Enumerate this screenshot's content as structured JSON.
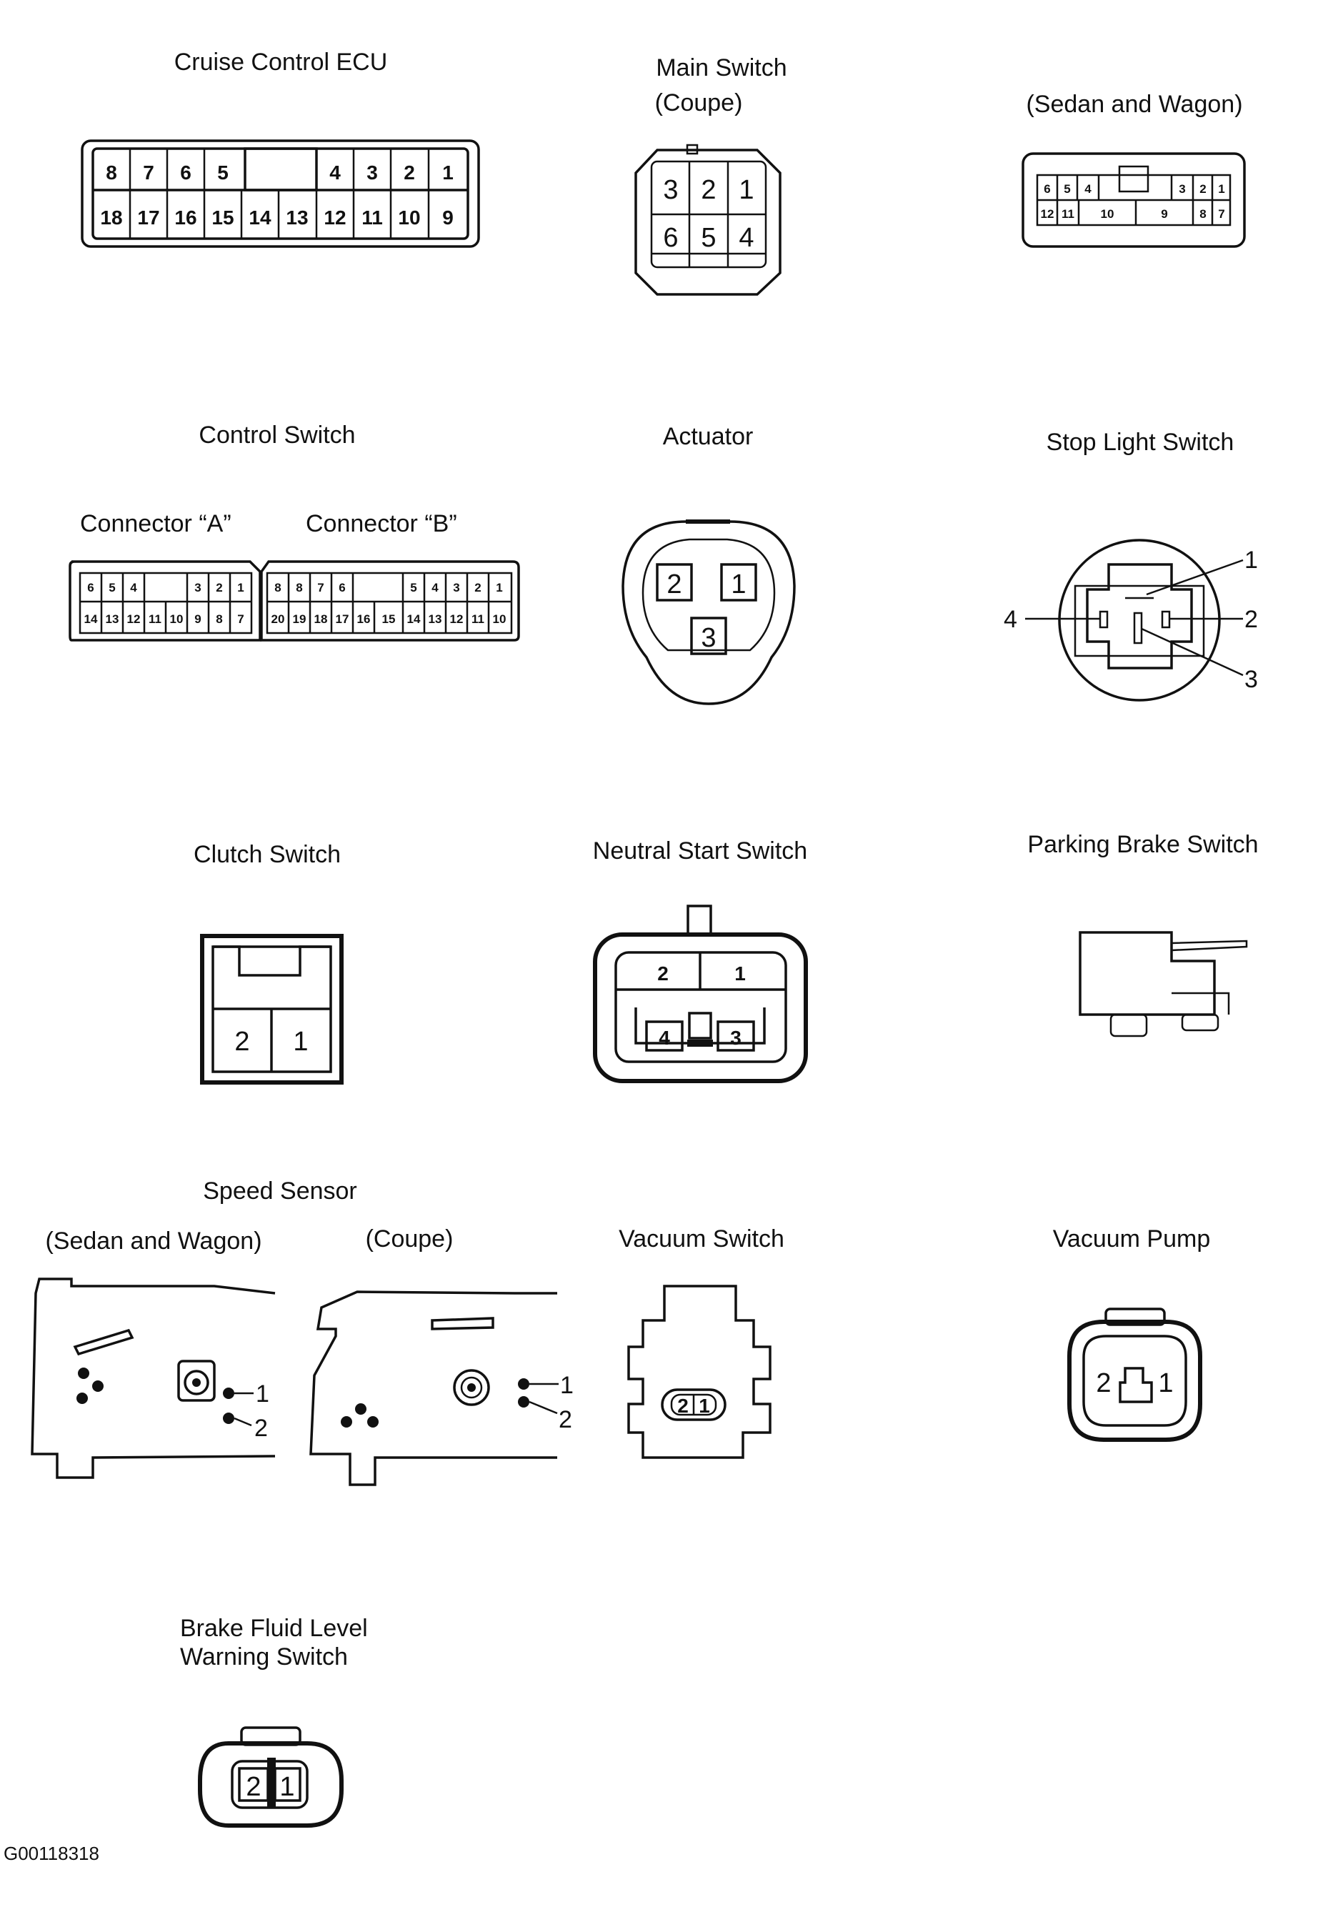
{
  "cruise_ecu": {
    "title": "Cruise Control ECU",
    "top_pins": [
      "8",
      "7",
      "6",
      "5",
      "4",
      "3",
      "2",
      "1"
    ],
    "bottom_pins": [
      "18",
      "17",
      "16",
      "15",
      "14",
      "13",
      "12",
      "11",
      "10",
      "9"
    ]
  },
  "main_switch_coupe": {
    "title_line1": "Main Switch",
    "title_line2": "(Coupe)",
    "pins": [
      "3",
      "2",
      "1",
      "6",
      "5",
      "4"
    ]
  },
  "main_switch_sedan": {
    "title": "(Sedan and Wagon)",
    "top_pins": [
      "6",
      "5",
      "4",
      "3",
      "2",
      "1"
    ],
    "bottom_pins": [
      "12",
      "11",
      "10",
      "9",
      "8",
      "7"
    ]
  },
  "control_switch": {
    "title": "Control Switch",
    "connector_a_label": "Connector “A”",
    "connector_b_label": "Connector “B”",
    "a_top": [
      "6",
      "5",
      "4",
      "3",
      "2",
      "1"
    ],
    "a_bottom": [
      "14",
      "13",
      "12",
      "11",
      "10",
      "9",
      "8",
      "7"
    ],
    "b_top": [
      "8",
      "8",
      "7",
      "6",
      "5",
      "4",
      "3",
      "2",
      "1"
    ],
    "b_bottom": [
      "20",
      "19",
      "18",
      "17",
      "16",
      "15",
      "14",
      "13",
      "12",
      "11",
      "10"
    ]
  },
  "actuator": {
    "title": "Actuator",
    "pins": [
      "2",
      "1",
      "3"
    ]
  },
  "stop_light_switch": {
    "title": "Stop Light Switch",
    "pins": [
      "1",
      "2",
      "3",
      "4"
    ]
  },
  "clutch_switch": {
    "title": "Clutch Switch",
    "pins": [
      "2",
      "1"
    ]
  },
  "neutral_start_switch": {
    "title": "Neutral Start Switch",
    "pins": [
      "2",
      "1",
      "4",
      "3"
    ]
  },
  "parking_brake_switch": {
    "title": "Parking Brake Switch"
  },
  "speed_sensor": {
    "title": "Speed Sensor",
    "sedan_label": "(Sedan and Wagon)",
    "coupe_label": "(Coupe)",
    "sedan_pins": [
      "1",
      "2"
    ],
    "coupe_pins": [
      "1",
      "2"
    ]
  },
  "vacuum_switch": {
    "title": "Vacuum Switch",
    "pins": [
      "2",
      "1"
    ]
  },
  "vacuum_pump": {
    "title": "Vacuum Pump",
    "pins": [
      "2",
      "1"
    ]
  },
  "brake_fluid_switch": {
    "title_line1": "Brake Fluid Level",
    "title_line2": "Warning Switch",
    "pins": [
      "2",
      "1"
    ]
  },
  "figure_code": "G00118318"
}
